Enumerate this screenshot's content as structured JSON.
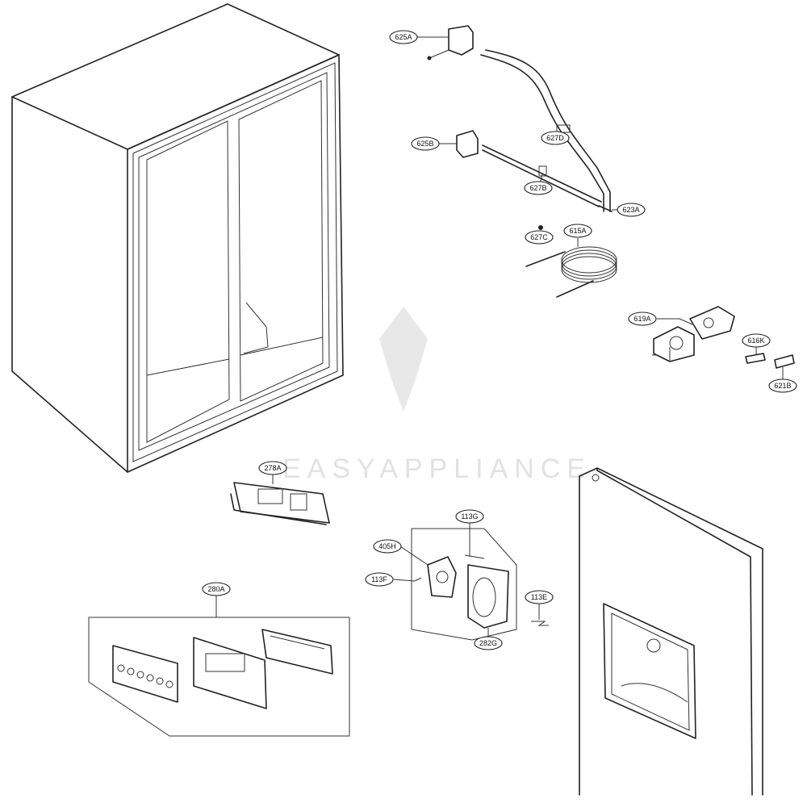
{
  "watermark": {
    "text": "EASYAPPLIANCE"
  },
  "callouts": [
    {
      "id": "625A",
      "label": "625A"
    },
    {
      "id": "625B",
      "label": "625B"
    },
    {
      "id": "627D",
      "label": "627D"
    },
    {
      "id": "627B",
      "label": "627B"
    },
    {
      "id": "623A",
      "label": "623A"
    },
    {
      "id": "627C",
      "label": "627C"
    },
    {
      "id": "615A",
      "label": "615A"
    },
    {
      "id": "619A",
      "label": "619A"
    },
    {
      "id": "616K",
      "label": "616K"
    },
    {
      "id": "621B",
      "label": "621B"
    },
    {
      "id": "278A",
      "label": "278A"
    },
    {
      "id": "113G",
      "label": "113G"
    },
    {
      "id": "405H",
      "label": "405H"
    },
    {
      "id": "113F",
      "label": "113F"
    },
    {
      "id": "113E",
      "label": "113E"
    },
    {
      "id": "282G",
      "label": "282G"
    },
    {
      "id": "280A",
      "label": "280A"
    }
  ]
}
